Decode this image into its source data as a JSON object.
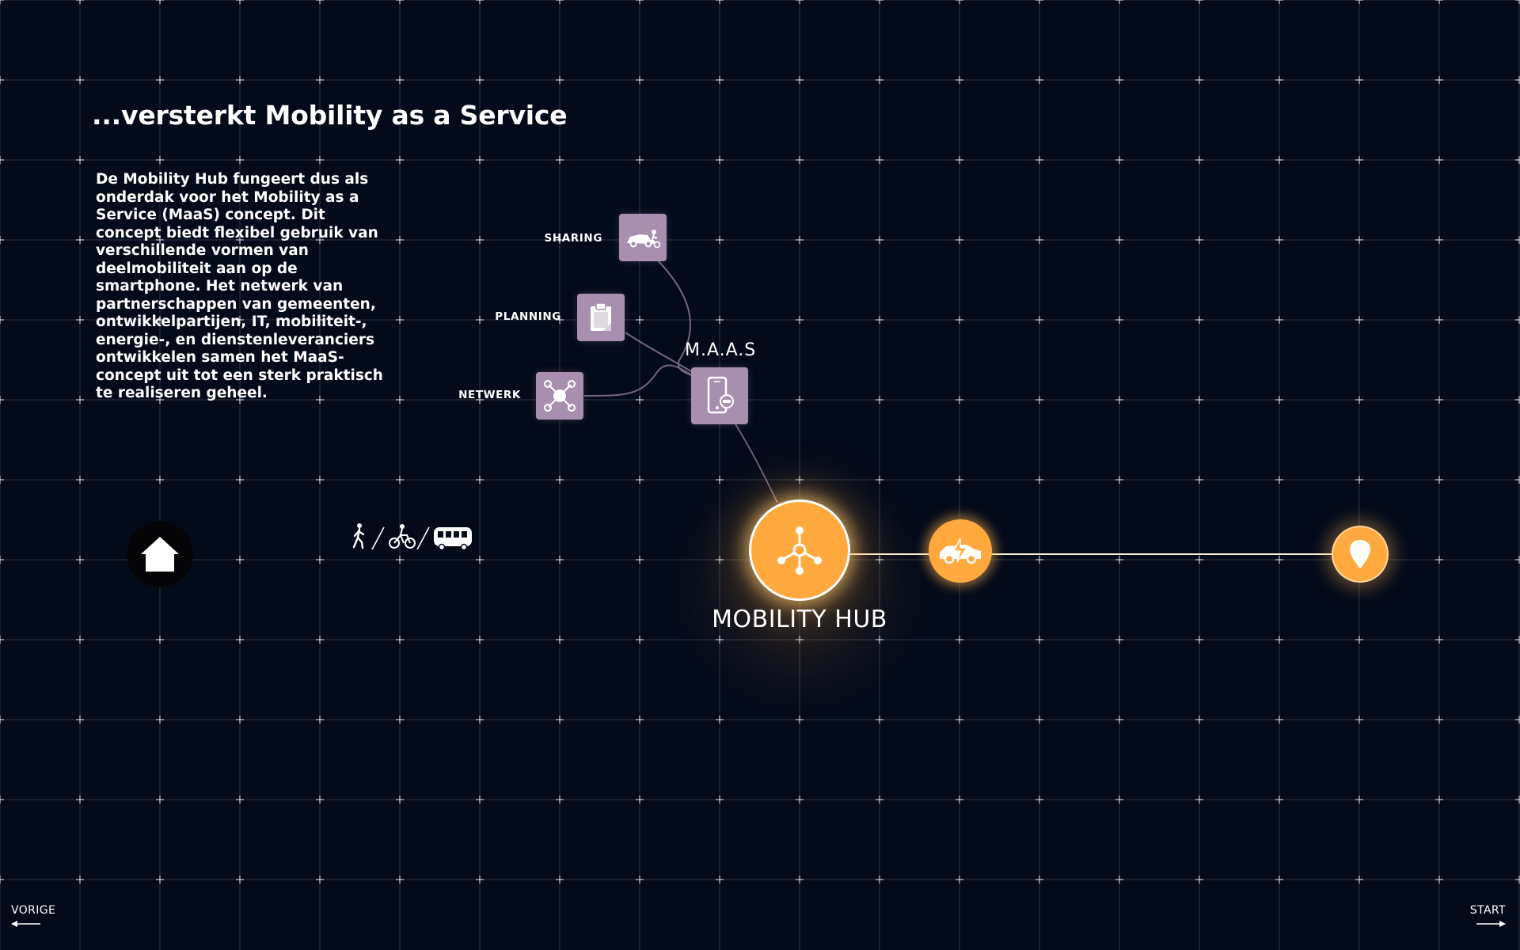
{
  "page": {
    "title": "...versterkt Mobility as a Service",
    "body": "De Mobility Hub fungeert dus als onderdak voor het Mobility as a Service (MaaS) concept. Dit concept biedt flexibel gebruik van verschillende vormen van deelmobiliteit aan op de smartphone. Het netwerk van partnerschappen van gemeenten, ontwikkelpartijen, IT, mobiliteit-, energie-, en dienstenleveranciers ontwikkelen samen het MaaS-concept uit tot een sterk praktisch te realiseren geheel."
  },
  "maas": {
    "label": "M.A.A.S",
    "icon": "smartphone-icon",
    "items": [
      {
        "label": "SHARING",
        "icon": "shared-vehicles-icon"
      },
      {
        "label": "PLANNING",
        "icon": "clipboard-icon"
      },
      {
        "label": "NETWERK",
        "icon": "network-icon"
      }
    ]
  },
  "route": {
    "start_icon": "home-icon",
    "modes": [
      "walking-icon",
      "cycling-icon",
      "bus-icon"
    ],
    "hub": {
      "label": "MOBILITY HUB",
      "icon": "hub-network-icon"
    },
    "mid_icon": "electric-car-icon",
    "end_icon": "location-pin-icon"
  },
  "navigation": {
    "prev_label": "VORIGE",
    "next_label": "START"
  },
  "colors": {
    "background": "#030a1a",
    "accent": "#ffa93e",
    "tile": "#a88fb0",
    "line": "#ffffff"
  }
}
